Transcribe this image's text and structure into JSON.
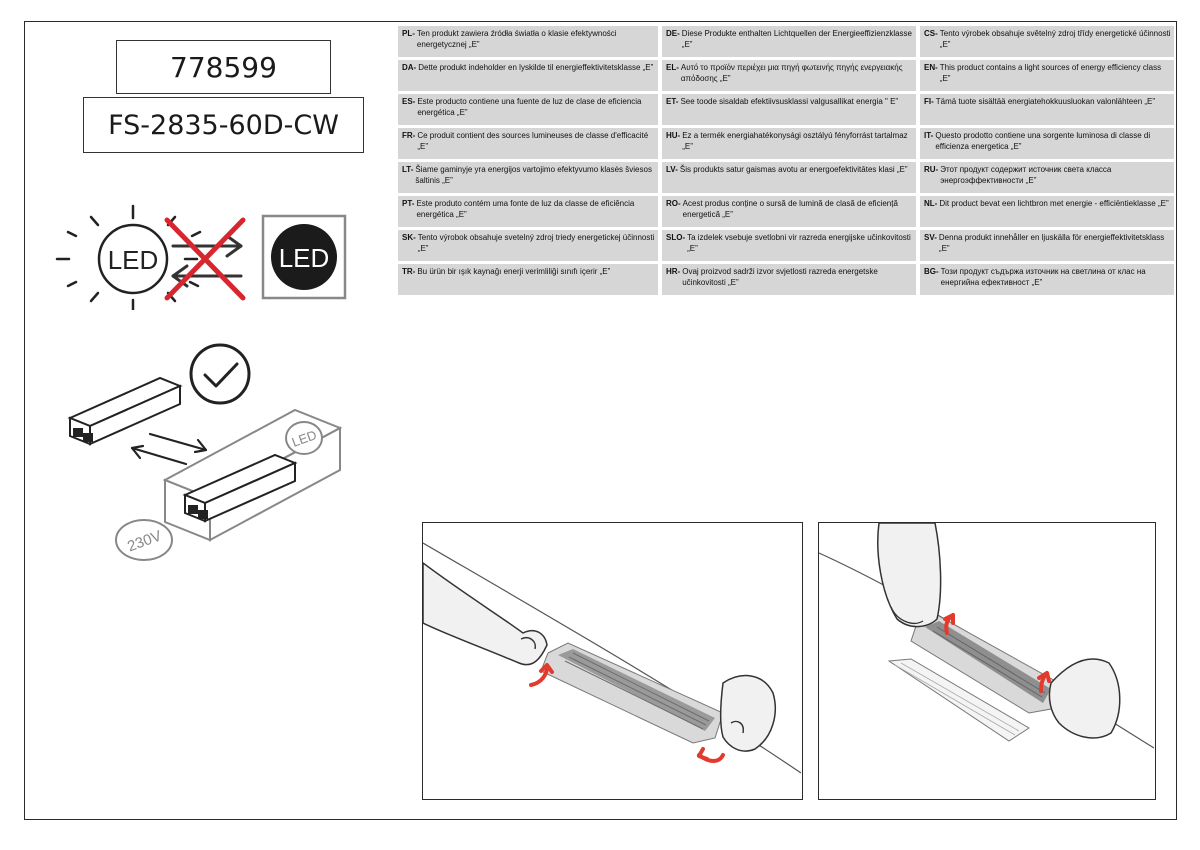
{
  "product": {
    "code": "778599",
    "model": "FS-2835-60D-CW"
  },
  "icons": {
    "led_bulb_label": "LED",
    "led_filled_label": "LED",
    "voltage_label": "230V",
    "driver_led_label": "LED"
  },
  "energy_table": [
    {
      "code": "PL-",
      "text": "Ten produkt zawiera źródła światła o klasie efektywności energetycznej „E”"
    },
    {
      "code": "DE-",
      "text": "Diese Produkte enthalten Lichtquellen der Energieeffizienzklasse „E”"
    },
    {
      "code": "CS-",
      "text": "Tento výrobek obsahuje světelný zdroj třídy energetické účinnosti „E”"
    },
    {
      "code": "DA-",
      "text": "Dette produkt indeholder en lyskilde til energieffektivitetsklasse „E”"
    },
    {
      "code": "EL-",
      "text": "Αυτό το προϊόν περιέχει μια πηγή φωτεινής πηγής ενεργειακής απόδοσης „E”"
    },
    {
      "code": "EN-",
      "text": "This product contains a light sources of energy efficiency class „E”"
    },
    {
      "code": "ES-",
      "text": "Este producto contiene una fuente de luz de clase de eficiencia energética „E”"
    },
    {
      "code": "ET-",
      "text": "See toode sisaldab efektiivsusklassi valgusallikat energia \" E”"
    },
    {
      "code": "FI-",
      "text": "Tämä tuote sisältää energiatehokkuusluokan valonlähteen „E”"
    },
    {
      "code": "FR-",
      "text": "Ce produit contient des sources lumineuses de classe d'efficacité „E”"
    },
    {
      "code": "HU-",
      "text": "Ez a termék energiahatékonysági osztályú fényforrást tartalmaz „E”"
    },
    {
      "code": "IT-",
      "text": "Questo prodotto contiene una sorgente luminosa di classe di efficienza energetica „E”"
    },
    {
      "code": "LT-",
      "text": "Šiame gaminyje yra energijos vartojimo efektyvumo klasės šviesos šaltinis „E”"
    },
    {
      "code": "LV-",
      "text": "Šis produkts satur gaismas avotu ar energoefektivitātes klasi „E”"
    },
    {
      "code": "RU-",
      "text": "Этот продукт содержит источник света класса энергоэффективности „E”"
    },
    {
      "code": "PT-",
      "text": "Este produto contém uma fonte de luz da classe de eficiência energética „E”"
    },
    {
      "code": "RO-",
      "text": "Acest produs conține o sursă de lumină de clasă de eficiență energetică „E”"
    },
    {
      "code": "NL-",
      "text": "Dit product bevat een lichtbron met energie - efficiëntieklasse „E”"
    },
    {
      "code": "SK-",
      "text": "Tento výrobok obsahuje svetelný zdroj triedy energetickej účinnosti „E”"
    },
    {
      "code": "SLO-",
      "text": "Ta izdelek vsebuje svetlobni vir razreda energijske učinkovitosti „E”"
    },
    {
      "code": "SV-",
      "text": "Denna produkt innehåller en ljuskälla för energieffektivitetsklass „E”"
    },
    {
      "code": "TR-",
      "text": "Bu ürün bir ışık kaynağı enerji verimliliği sınıfı içerir „E”"
    },
    {
      "code": "HR-",
      "text": "Ovaj proizvod sadrži izvor svjetlosti razreda energetske učinkovitosti „E”"
    },
    {
      "code": "BG-",
      "text": "Този продукт съдържа източник на светлина от клас на енергийна ефективност „E”"
    }
  ],
  "colors": {
    "table_bg": "#d6d6d6",
    "cross_red": "#d7262e",
    "arrow_red": "#e23b2e",
    "led_filled_bg": "#1b1b1b"
  }
}
